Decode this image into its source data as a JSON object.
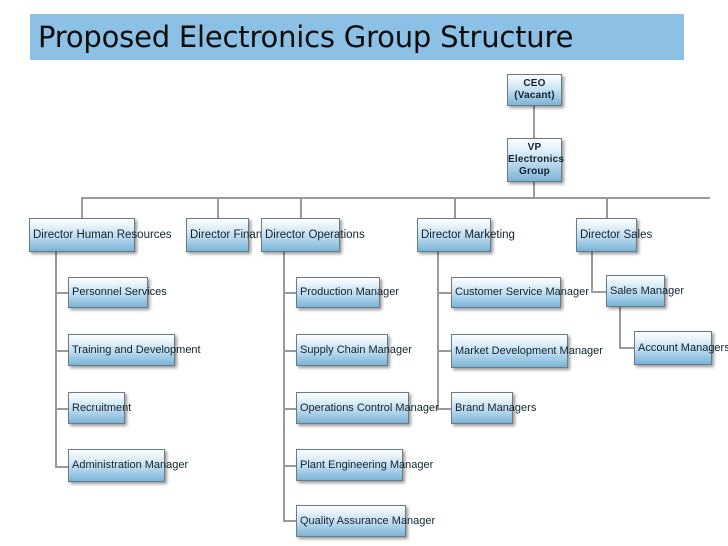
{
  "slide": {
    "title": "Proposed Electronics Group Structure",
    "banner_color": "#8cc0e4",
    "background_color": "#ffffff"
  },
  "diagram": {
    "type": "org-chart",
    "node_fill_gradient": [
      "#fbfdfe",
      "#79b4d8"
    ],
    "node_border_color": "#6b7a84",
    "connector_color": "#9a9a9a",
    "nodes": {
      "ceo": {
        "line1": "CEO",
        "line2": "(Vacant)"
      },
      "vp": {
        "line1": "VP",
        "line2": "Electronics",
        "line3": "Group"
      },
      "dir_hr": {
        "label": "Director Human Resources"
      },
      "dir_finance": {
        "label": "Director Finance"
      },
      "dir_operations": {
        "label": "Director Operations"
      },
      "dir_marketing": {
        "label": "Director Marketing"
      },
      "dir_sales": {
        "label": "Director Sales"
      },
      "hr_1": {
        "label": "Personnel Services"
      },
      "hr_2": {
        "label": "Training and Development"
      },
      "hr_3": {
        "label": "Recruitment"
      },
      "hr_4": {
        "label": "Administration Manager"
      },
      "ops_1": {
        "label": "Production Manager"
      },
      "ops_2": {
        "label": "Supply Chain Manager"
      },
      "ops_3": {
        "label": "Operations Control Manager"
      },
      "ops_4": {
        "label": "Plant Engineering Manager"
      },
      "ops_5": {
        "label": "Quality Assurance Manager"
      },
      "mkt_1": {
        "label": "Customer Service Manager"
      },
      "mkt_2": {
        "label": "Market Development Manager"
      },
      "mkt_3": {
        "label": "Brand Managers"
      },
      "sales_1": {
        "label": "Sales Manager"
      },
      "sales_2": {
        "label": "Account Managers"
      }
    },
    "hierarchy": {
      "root": "ceo",
      "edges": [
        [
          "ceo",
          "vp"
        ],
        [
          "vp",
          "dir_hr"
        ],
        [
          "vp",
          "dir_finance"
        ],
        [
          "vp",
          "dir_operations"
        ],
        [
          "vp",
          "dir_marketing"
        ],
        [
          "vp",
          "dir_sales"
        ],
        [
          "dir_hr",
          "hr_1"
        ],
        [
          "dir_hr",
          "hr_2"
        ],
        [
          "dir_hr",
          "hr_3"
        ],
        [
          "dir_hr",
          "hr_4"
        ],
        [
          "dir_operations",
          "ops_1"
        ],
        [
          "dir_operations",
          "ops_2"
        ],
        [
          "dir_operations",
          "ops_3"
        ],
        [
          "dir_operations",
          "ops_4"
        ],
        [
          "dir_operations",
          "ops_5"
        ],
        [
          "dir_marketing",
          "mkt_1"
        ],
        [
          "dir_marketing",
          "mkt_2"
        ],
        [
          "dir_marketing",
          "mkt_3"
        ],
        [
          "dir_sales",
          "sales_1"
        ],
        [
          "sales_1",
          "sales_2"
        ]
      ]
    }
  }
}
